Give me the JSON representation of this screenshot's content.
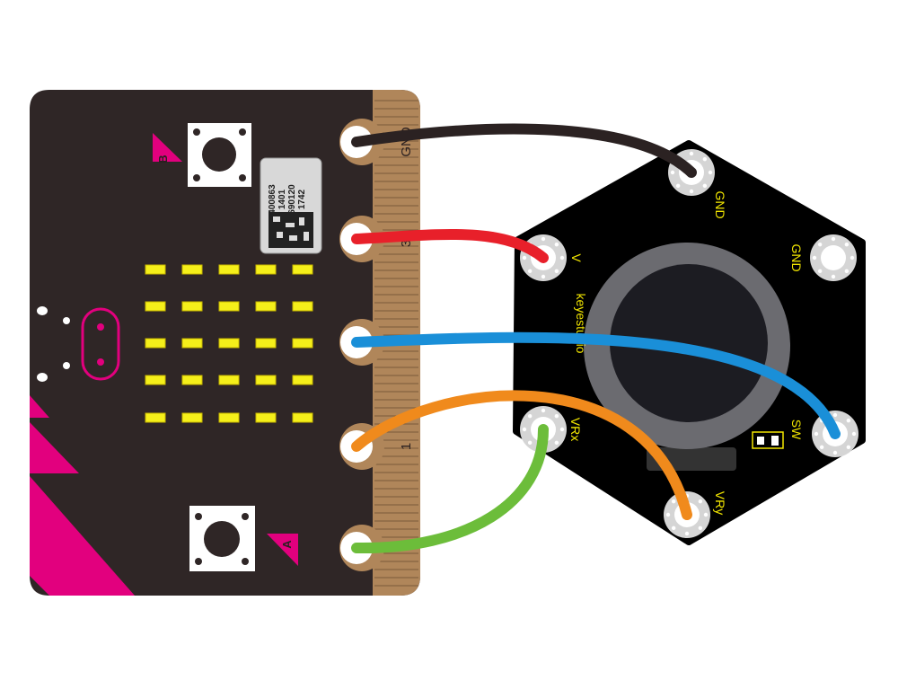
{
  "microbit": {
    "button_b_label": "B",
    "button_a_label": "A",
    "sticker_lines": [
      "400863",
      "1401",
      "690120",
      "1742"
    ],
    "pins": [
      {
        "label": "GND"
      },
      {
        "label": "3V"
      },
      {
        "label": ""
      },
      {
        "label": "1"
      },
      {
        "label": ""
      }
    ],
    "led_rows": 5,
    "led_cols": 5
  },
  "joystick": {
    "brand": "keyestudio",
    "pins": {
      "gnd_top": "GND",
      "v": "V",
      "gnd_right": "GND",
      "sw": "SW",
      "vry": "VRy",
      "vrx": "VRx"
    }
  },
  "wires": [
    {
      "from": "GND",
      "to": "GND",
      "color": "#2b2222"
    },
    {
      "from": "3V",
      "to": "V",
      "color": "#e8202a"
    },
    {
      "from": "0",
      "to": "SW",
      "color": "#1a8fd8"
    },
    {
      "from": "1",
      "to": "VRy",
      "color": "#f08a1c"
    },
    {
      "from": "2",
      "to": "VRx",
      "color": "#6cbd3a"
    }
  ],
  "colors": {
    "board": "#2f2626",
    "edge": "#b0865a",
    "accent": "#e2007e",
    "led": "#f5ef1a",
    "joystick_board": "#000000",
    "joystick_label": "#f2e600"
  }
}
